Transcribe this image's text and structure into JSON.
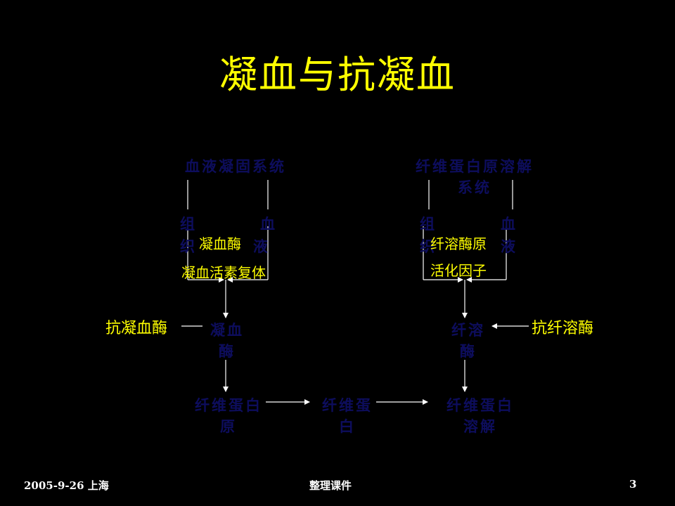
{
  "title": "凝血与抗凝血",
  "left_system": {
    "header": "血液凝固系统",
    "branch_left_a": "组",
    "branch_left_b": "织",
    "branch_right_a": "血",
    "branch_right_b": "液",
    "activator_1": "凝血酶",
    "activator_2": "凝血活素复体",
    "node": "凝血酶",
    "inhibitor": "抗凝血酶"
  },
  "right_system": {
    "header": "纤维蛋白原溶解系统",
    "branch_left_a": "组",
    "branch_left_b": "织",
    "branch_right_a": "血",
    "branch_right_b": "液",
    "activator_1": "纤溶酶原",
    "activator_2": "活化因子",
    "node": "纤溶酶",
    "inhibitor": "抗纤溶酶"
  },
  "bottom_flow": {
    "step_1": "纤维蛋白原",
    "step_2": "纤维蛋白",
    "step_3": "纤维蛋白溶解"
  },
  "footer": {
    "date_place": "2005-9-26 上海",
    "center": "整理课件",
    "page_number": "3"
  },
  "colors": {
    "background": "#000000",
    "title": "#ffff00",
    "labels": "#ffff00",
    "dim_text": "#0d0d5c",
    "lines": "#ffffff"
  }
}
